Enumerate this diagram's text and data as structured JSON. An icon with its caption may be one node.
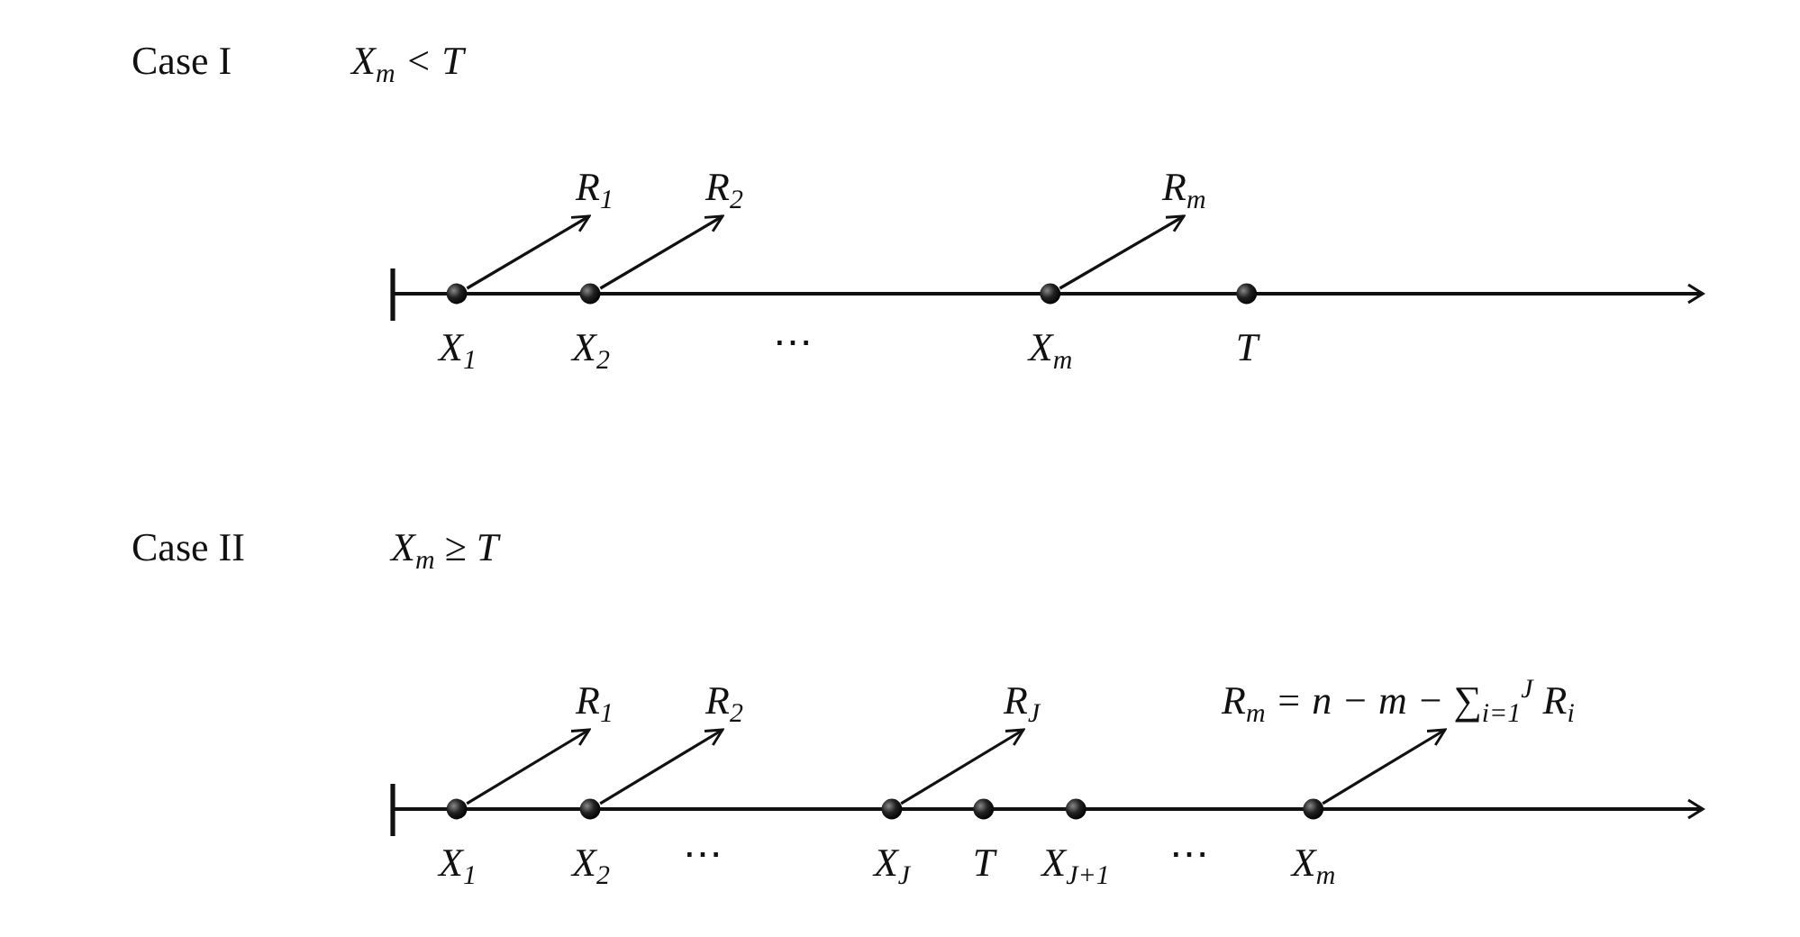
{
  "diagram": {
    "nodes": [
      {
        "text": [
          "R$_{1}$"
        ]
      },
      {
        "text": [
          "R$_{2}$"
        ]
      },
      {
        "text": [
          "R$_{m}$"
        ]
      },
      {
        "text": [],
        "shape": "circle",
        "beside": [
          "X$_{1}$"
        ]
      },
      {
        "text": [],
        "shape": "circle",
        "beside": [
          "X$_{2}$"
        ]
      },
      {
        "text": [],
        "shape": "circle",
        "beside": [
          "X$_{m}$"
        ]
      },
      {
        "text": [],
        "shape": "circle",
        "beside": [
          "T"
        ]
      },
      {
        "text": [
          "R$_{1}$"
        ]
      },
      {
        "text": [
          "R$_{2}$"
        ]
      },
      {
        "text": [
          "R$_{J}$"
        ]
      },
      {
        "text": [
          "R$_{m}$ = n − m − ∑$_{i=1}$$^{J}$ R$_{i}$"
        ]
      },
      {
        "text": [],
        "shape": "circle",
        "beside": [
          "X$_{1}$"
        ]
      },
      {
        "text": [],
        "shape": "circle",
        "beside": [
          "X$_{2}$"
        ]
      },
      {
        "text": [],
        "shape": "circle",
        "beside": [
          "X$_{J}$"
        ]
      },
      {
        "text": [],
        "shape": "circle",
        "beside": [
          "T"
        ]
      },
      {
        "text": [],
        "shape": "circle",
        "beside": [
          "X$_{J+1}$"
        ]
      },
      {
        "text": [],
        "shape": "circle",
        "beside": [
          "X$_{m}$"
        ]
      }
    ],
    "edges": [
      {
        "from": 3,
        "to": 0,
        "arrow": "to"
      },
      {
        "from": 4,
        "to": 1,
        "arrow": "to"
      },
      {
        "from": 5,
        "to": 2,
        "arrow": "to"
      },
      {
        "from": 11,
        "to": 7,
        "arrow": "to"
      },
      {
        "from": 12,
        "to": 8,
        "arrow": "to"
      },
      {
        "from": 13,
        "to": 9,
        "arrow": "to"
      },
      {
        "from": 16,
        "to": 10,
        "arrow": "to"
      }
    ],
    "labels": [
      "Case I",
      "X$_{m}$ < T",
      "⋯",
      "Case II",
      "X$_{m}$ ≥ T",
      "⋯",
      "⋯"
    ]
  }
}
